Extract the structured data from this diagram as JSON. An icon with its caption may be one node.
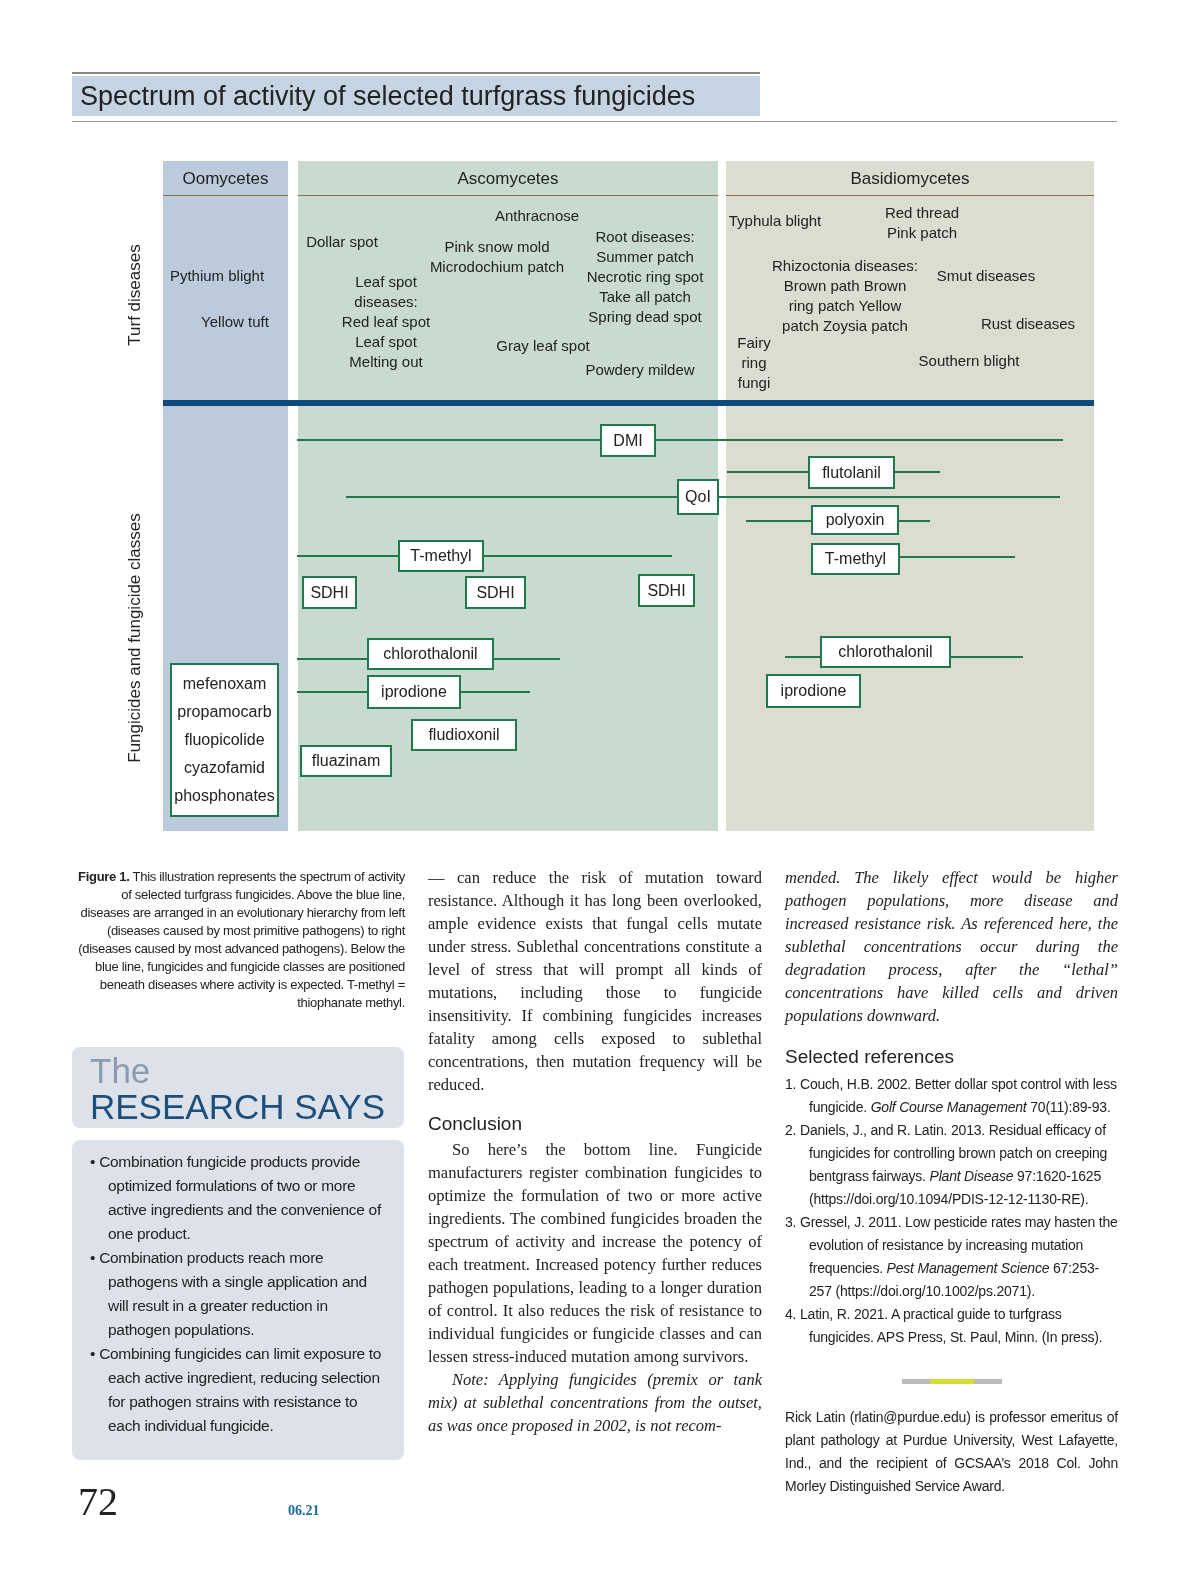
{
  "diagram": {
    "title": "Spectrum of activity of selected turfgrass fungicides",
    "caption": "**Figure 1.** This illustration represents the spectrum of activity of selected turfgrass fungicides. Above the blue line, diseases are arranged in an evolutionary hierarchy from left (diseases caused by most primitive pathogens) to right (diseases caused by most advanced pathogens). Below the blue line, fungicides and fungicide classes are positioned beneath diseases where activity is expected. T-methyl = thiophanate methyl.",
    "nodes": [
      {
        "text": [
          "Oomycetes",
          "Pythium blight",
          "Yellow tuft"
        ]
      },
      {
        "text": [
          "Ascomycetes",
          "Anthracnose",
          "Dollar spot",
          "Root diseases: Summer patch Necrotic ring spot Take all patch Spring dead spot",
          "Pink snow mold Microdochium patch",
          "Leaf spot diseases: Red leaf spot Leaf spot Melting out",
          "Gray leaf spot",
          "Powdery mildew"
        ]
      },
      {
        "text": [
          "Basidiomycetes",
          "Typhula blight",
          "Red thread Pink patch",
          "Rhizoctonia diseases: Brown path Brown ring patch Yellow patch Zoysia patch",
          "Smut diseases",
          "Rust diseases",
          "Fairy ring fungi",
          "Southern blight"
        ]
      },
      {
        "text": [
          "DMI"
        ],
        "in": 1
      },
      {
        "text": [
          "flutolanil"
        ],
        "in": 2
      },
      {
        "text": [
          "QoI"
        ],
        "in": 1
      },
      {
        "text": [
          "polyoxin"
        ],
        "in": 2
      },
      {
        "text": [
          "T-methyl"
        ],
        "in": 1
      },
      {
        "text": [
          "T-methyl"
        ],
        "in": 2
      },
      {
        "text": [
          "SDHI"
        ],
        "in": 1
      },
      {
        "text": [
          "SDHI"
        ],
        "in": 1
      },
      {
        "text": [
          "SDHI"
        ],
        "in": 1
      },
      {
        "text": [
          "chlorothalonil"
        ],
        "in": 2
      },
      {
        "text": [
          "chlorothalonil"
        ],
        "in": 1
      },
      {
        "text": [
          "mefenoxam",
          "propamocarb",
          "fluopicolide",
          "cyazofamid",
          "phosphonates"
        ],
        "in": 0
      },
      {
        "text": [
          "iprodione"
        ],
        "in": 1
      },
      {
        "text": [
          "iprodione"
        ],
        "in": 2
      },
      {
        "text": [
          "fludioxonil"
        ],
        "in": 1
      },
      {
        "text": [
          "fluazinam"
        ],
        "in": 1
      },
      {
        "text": [
          "The",
          "RESEARCH SAYS"
        ]
      },
      {
        "text": [
          "• Combination fungicide products provide optimized formulations of two or more active ingredients and the convenience of one product.",
          "• Combination products reach more pathogens with a single application and will result in a greater reduction in pathogen populations.",
          "• Combining fungicides can limit exposure to each active ingredient, reducing selection for pathogen strains with resistance to each individual fungicide."
        ]
      }
    ],
    "labels": [
      "Turf diseases",
      "Fungicides and fungicide classes",
      "— can reduce the risk of mutation toward resistance. Although it has long been overlooked, ample evidence exists that fungal cells mutate under stress. Sublethal concentrations constitute a level of stress that will prompt all kinds of mutations, including those to fungicide insensitivity. If combining fungicides increases fatality among cells exposed to sublethal concentrations, then mutation frequency will be reduced.",
      "Conclusion",
      "So here’s the bottom line. Fungicide manufacturers register combination fungicides to optimize the formulation of two or more active ingredients. The combined fungicides broaden the spectrum of activity and increase the potency of each treatment. Increased potency further reduces pathogen populations, leading to a longer duration of control. It also reduces the risk of resistance to individual fungicides or fungicide classes and can lessen stress-induced mutation among survivors.",
      "Note: Applying fungicides (premix or tank mix) at sublethal concentrations from the outset, as was once proposed in 2002, is not recom-",
      "mended. The likely effect would be higher pathogen populations, more disease and increased resistance risk. As referenced here, the sublethal concentrations occur during the degradation process, after the “lethal” concentrations have killed cells and driven populations downward.",
      "Selected references",
      "1. Couch, H.B. 2002. Better dollar spot control with less fungicide. *Golf Course Management* 70(11):89-93.",
      "2. Daniels, J., and R. Latin. 2013. Residual efficacy of fungicides for controlling brown patch on creeping bentgrass fairways. *Plant Disease* 97:1620-1625 (https://doi.org/10.1094/PDIS-12-12-1130-RE).",
      "3. Gressel, J. 2011. Low pesticide rates may hasten the evolution of resistance by increasing mutation frequencies. *Pest Management Science* 67:253-257 (https://doi.org/10.1002/ps.2071).",
      "4. Latin, R. 2021. A practical guide to turfgrass fungicides. APS Press, St. Paul, Minn. (In press).",
      "Rick Latin (rlatin@purdue.edu) is professor emeritus of plant pathology at Purdue University, West Lafayette, Ind., and the recipient of GCSAA’s 2018 Col. John Morley Distinguished Service Award.",
      "72",
      "06.21"
    ]
  }
}
